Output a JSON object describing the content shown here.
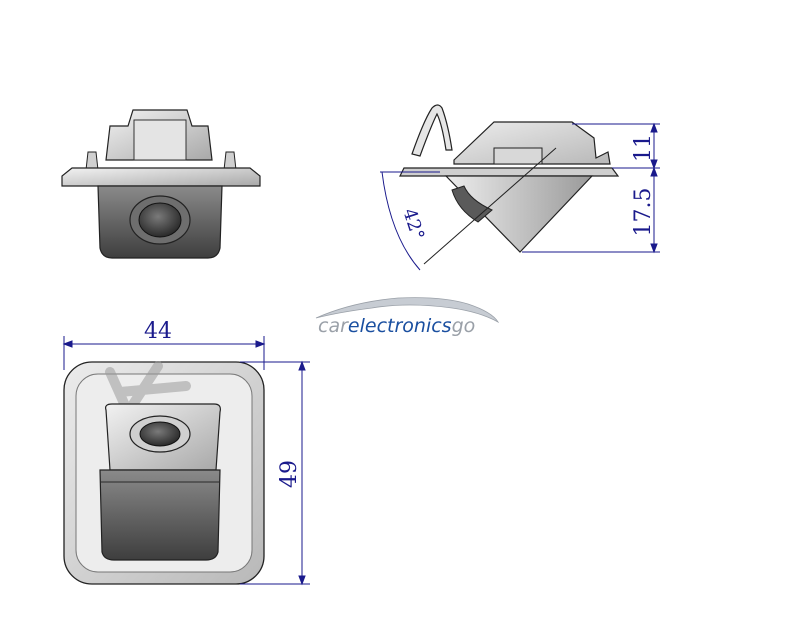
{
  "diagram": {
    "dimensions": {
      "height_top": "11",
      "height_body": "17.5",
      "angle": "42°",
      "width": "44",
      "height": "49"
    },
    "watermark": {
      "text": "carelectronicsgo",
      "part_1": "car",
      "part_2": "electronics",
      "part_3": "go"
    },
    "colors": {
      "dimension_line": "#1a1a8c",
      "body_dark": "#5c5c5c",
      "body_light": "#d8d8d8",
      "outline": "#222222",
      "logo_blue": "#1a4fa0",
      "logo_grey": "#9aa0a8"
    }
  }
}
